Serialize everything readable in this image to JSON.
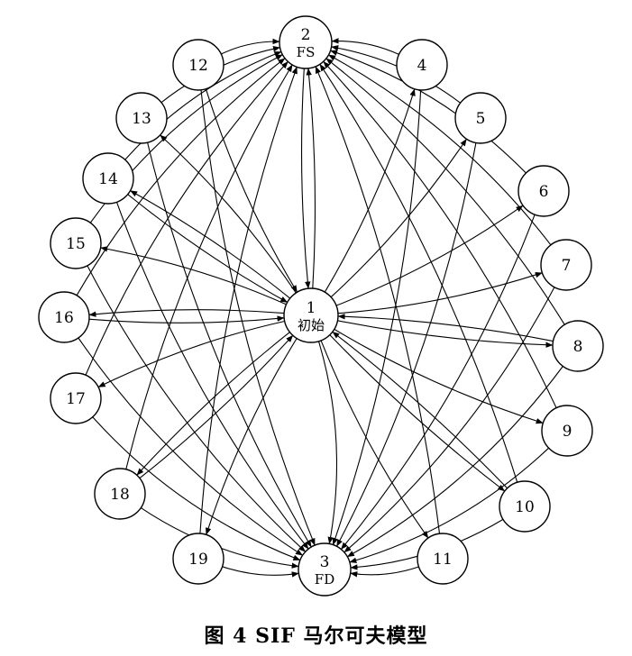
{
  "figure": {
    "caption": "图 4   SIF 马尔可夫模型"
  },
  "nodes": [
    {
      "id": "1",
      "label": "1",
      "sub": "初始"
    },
    {
      "id": "2",
      "label": "2",
      "sub": "FS"
    },
    {
      "id": "3",
      "label": "3",
      "sub": "FD"
    },
    {
      "id": "4",
      "label": "4",
      "sub": ""
    },
    {
      "id": "5",
      "label": "5",
      "sub": ""
    },
    {
      "id": "6",
      "label": "6",
      "sub": ""
    },
    {
      "id": "7",
      "label": "7",
      "sub": ""
    },
    {
      "id": "8",
      "label": "8",
      "sub": ""
    },
    {
      "id": "9",
      "label": "9",
      "sub": ""
    },
    {
      "id": "10",
      "label": "10",
      "sub": ""
    },
    {
      "id": "11",
      "label": "11",
      "sub": ""
    },
    {
      "id": "12",
      "label": "12",
      "sub": ""
    },
    {
      "id": "13",
      "label": "13",
      "sub": ""
    },
    {
      "id": "14",
      "label": "14",
      "sub": ""
    },
    {
      "id": "15",
      "label": "15",
      "sub": ""
    },
    {
      "id": "16",
      "label": "16",
      "sub": ""
    },
    {
      "id": "17",
      "label": "17",
      "sub": ""
    },
    {
      "id": "18",
      "label": "18",
      "sub": ""
    },
    {
      "id": "19",
      "label": "19",
      "sub": ""
    }
  ],
  "edges": [
    {
      "from": "1",
      "to": "2"
    },
    {
      "from": "2",
      "to": "1"
    },
    {
      "from": "1",
      "to": "3"
    },
    {
      "from": "1",
      "to": "4"
    },
    {
      "from": "1",
      "to": "5"
    },
    {
      "from": "1",
      "to": "6"
    },
    {
      "from": "1",
      "to": "7"
    },
    {
      "from": "1",
      "to": "8"
    },
    {
      "from": "8",
      "to": "1"
    },
    {
      "from": "1",
      "to": "9"
    },
    {
      "from": "1",
      "to": "10"
    },
    {
      "from": "10",
      "to": "1"
    },
    {
      "from": "1",
      "to": "11"
    },
    {
      "from": "12",
      "to": "1"
    },
    {
      "from": "1",
      "to": "13"
    },
    {
      "from": "1",
      "to": "14"
    },
    {
      "from": "14",
      "to": "1"
    },
    {
      "from": "1",
      "to": "15"
    },
    {
      "from": "16",
      "to": "1"
    },
    {
      "from": "1",
      "to": "16"
    },
    {
      "from": "1",
      "to": "17"
    },
    {
      "from": "1",
      "to": "18"
    },
    {
      "from": "18",
      "to": "1"
    },
    {
      "from": "1",
      "to": "19"
    },
    {
      "from": "4",
      "to": "2"
    },
    {
      "from": "5",
      "to": "2"
    },
    {
      "from": "6",
      "to": "2"
    },
    {
      "from": "7",
      "to": "2"
    },
    {
      "from": "8",
      "to": "2"
    },
    {
      "from": "9",
      "to": "2"
    },
    {
      "from": "10",
      "to": "2"
    },
    {
      "from": "11",
      "to": "2"
    },
    {
      "from": "12",
      "to": "2"
    },
    {
      "from": "13",
      "to": "2"
    },
    {
      "from": "14",
      "to": "2"
    },
    {
      "from": "15",
      "to": "2"
    },
    {
      "from": "16",
      "to": "2"
    },
    {
      "from": "17",
      "to": "2"
    },
    {
      "from": "18",
      "to": "2"
    },
    {
      "from": "19",
      "to": "2"
    },
    {
      "from": "4",
      "to": "3"
    },
    {
      "from": "5",
      "to": "3"
    },
    {
      "from": "6",
      "to": "3"
    },
    {
      "from": "7",
      "to": "3"
    },
    {
      "from": "8",
      "to": "3"
    },
    {
      "from": "9",
      "to": "3"
    },
    {
      "from": "10",
      "to": "3"
    },
    {
      "from": "11",
      "to": "3"
    },
    {
      "from": "12",
      "to": "3"
    },
    {
      "from": "13",
      "to": "3"
    },
    {
      "from": "14",
      "to": "3"
    },
    {
      "from": "15",
      "to": "3"
    },
    {
      "from": "16",
      "to": "3"
    },
    {
      "from": "17",
      "to": "3"
    },
    {
      "from": "18",
      "to": "3"
    },
    {
      "from": "19",
      "to": "3"
    }
  ]
}
